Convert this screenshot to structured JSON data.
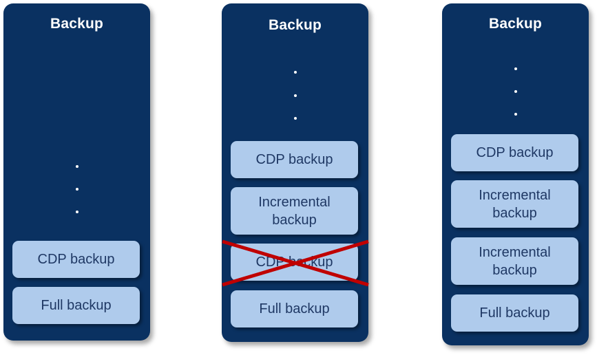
{
  "diagram": {
    "title_text": "Backup",
    "colors": {
      "panel_navy": "#0A3161",
      "box_light_blue": "#AFCBEC",
      "box_text_navy": "#1F3864",
      "cross_red": "#C00000",
      "title_white": "#FFFFFF",
      "page_background": "#FFFFFF"
    },
    "panels": [
      {
        "name": "backup-chain-before",
        "title": "Backup",
        "dots_count": 3,
        "items": [
          {
            "label": "CDP backup",
            "crossed_out": false
          },
          {
            "label": "Full backup",
            "crossed_out": false
          }
        ]
      },
      {
        "name": "backup-chain-middle",
        "title": "Backup",
        "dots_count": 3,
        "items": [
          {
            "label": "CDP backup",
            "crossed_out": false
          },
          {
            "label": "Incremental\nbackup",
            "crossed_out": false
          },
          {
            "label": "CDP backup",
            "crossed_out": true
          },
          {
            "label": "Full backup",
            "crossed_out": false
          }
        ]
      },
      {
        "name": "backup-chain-after",
        "title": "Backup",
        "dots_count": 3,
        "items": [
          {
            "label": "CDP backup",
            "crossed_out": false
          },
          {
            "label": "Incremental\nbackup",
            "crossed_out": false
          },
          {
            "label": "Incremental\nbackup",
            "crossed_out": false
          },
          {
            "label": "Full backup",
            "crossed_out": false
          }
        ]
      }
    ]
  }
}
